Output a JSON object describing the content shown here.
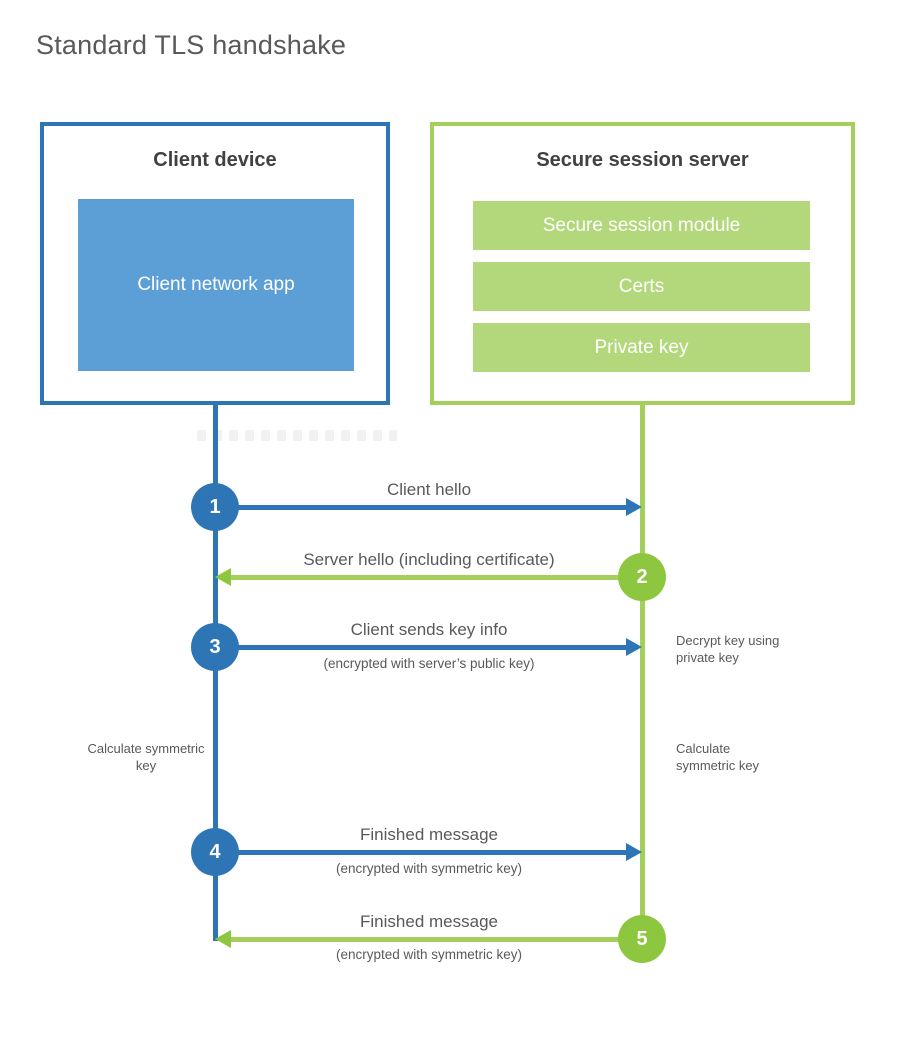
{
  "title": "Standard TLS handshake",
  "colors": {
    "blue": "#2e75b6",
    "blue_fill": "#5b9fd6",
    "green": "#8dc63f",
    "green_line": "#a4cf5b",
    "green_fill": "#b3d87c",
    "text_dark": "#3f4144",
    "text_gray": "#58595b"
  },
  "client": {
    "heading": "Client device",
    "app_label": "Client network app"
  },
  "server": {
    "heading": "Secure session server",
    "modules": [
      "Secure session module",
      "Certs",
      "Private key"
    ]
  },
  "steps": [
    {
      "num": "1",
      "actor": "client",
      "dir": "right",
      "label": "Client hello",
      "sub": ""
    },
    {
      "num": "2",
      "actor": "server",
      "dir": "left",
      "label": "Server hello (including certificate)",
      "sub": ""
    },
    {
      "num": "3",
      "actor": "client",
      "dir": "right",
      "label": "Client sends key info",
      "sub": "(encrypted with server’s public key)"
    },
    {
      "num": "4",
      "actor": "client",
      "dir": "right",
      "label": "Finished message",
      "sub": "(encrypted with symmetric key)"
    },
    {
      "num": "5",
      "actor": "server",
      "dir": "left",
      "label": "Finished message",
      "sub": "(encrypted with symmetric key)"
    }
  ],
  "notes": {
    "decrypt": "Decrypt key using private key",
    "calculate_client": "Calculate symmetric key",
    "calculate_server": "Calculate symmetric key"
  }
}
